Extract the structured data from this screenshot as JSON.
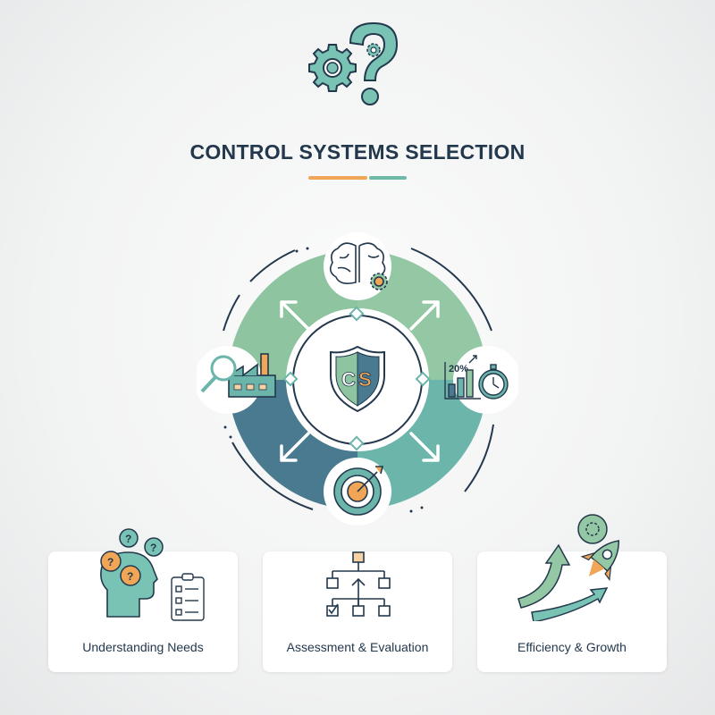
{
  "header": {
    "title": "CONTROL SYSTEMS SELECTION",
    "top_icon": "gear-question-icon",
    "underline_colors": [
      "#f0a656",
      "#6fb7a6"
    ]
  },
  "cycle": {
    "center": {
      "icon": "shield-icon",
      "text_left": "C",
      "text_right": "S"
    },
    "nodes": [
      {
        "position": "top",
        "icon": "brain-gear-icon"
      },
      {
        "position": "left",
        "icon": "magnifier-factory-icon"
      },
      {
        "position": "right",
        "icon": "chart-stopwatch-icon",
        "text": "20%"
      },
      {
        "position": "bottom",
        "icon": "target-arrow-icon"
      }
    ],
    "colors": {
      "top_left": "#8fc4a0",
      "top_right": "#94c8a4",
      "bottom_left": "#4a7a90",
      "bottom_right": "#6cb5aa",
      "outline": "#23384d",
      "accent": "#f0a656"
    }
  },
  "cards": [
    {
      "label": "Understanding Needs",
      "icon": "head-lightbulbs-checklist-icon"
    },
    {
      "label": "Assessment & Evaluation",
      "icon": "hierarchy-flowchart-icon"
    },
    {
      "label": "Efficiency & Growth",
      "icon": "rocket-growth-icon"
    }
  ]
}
